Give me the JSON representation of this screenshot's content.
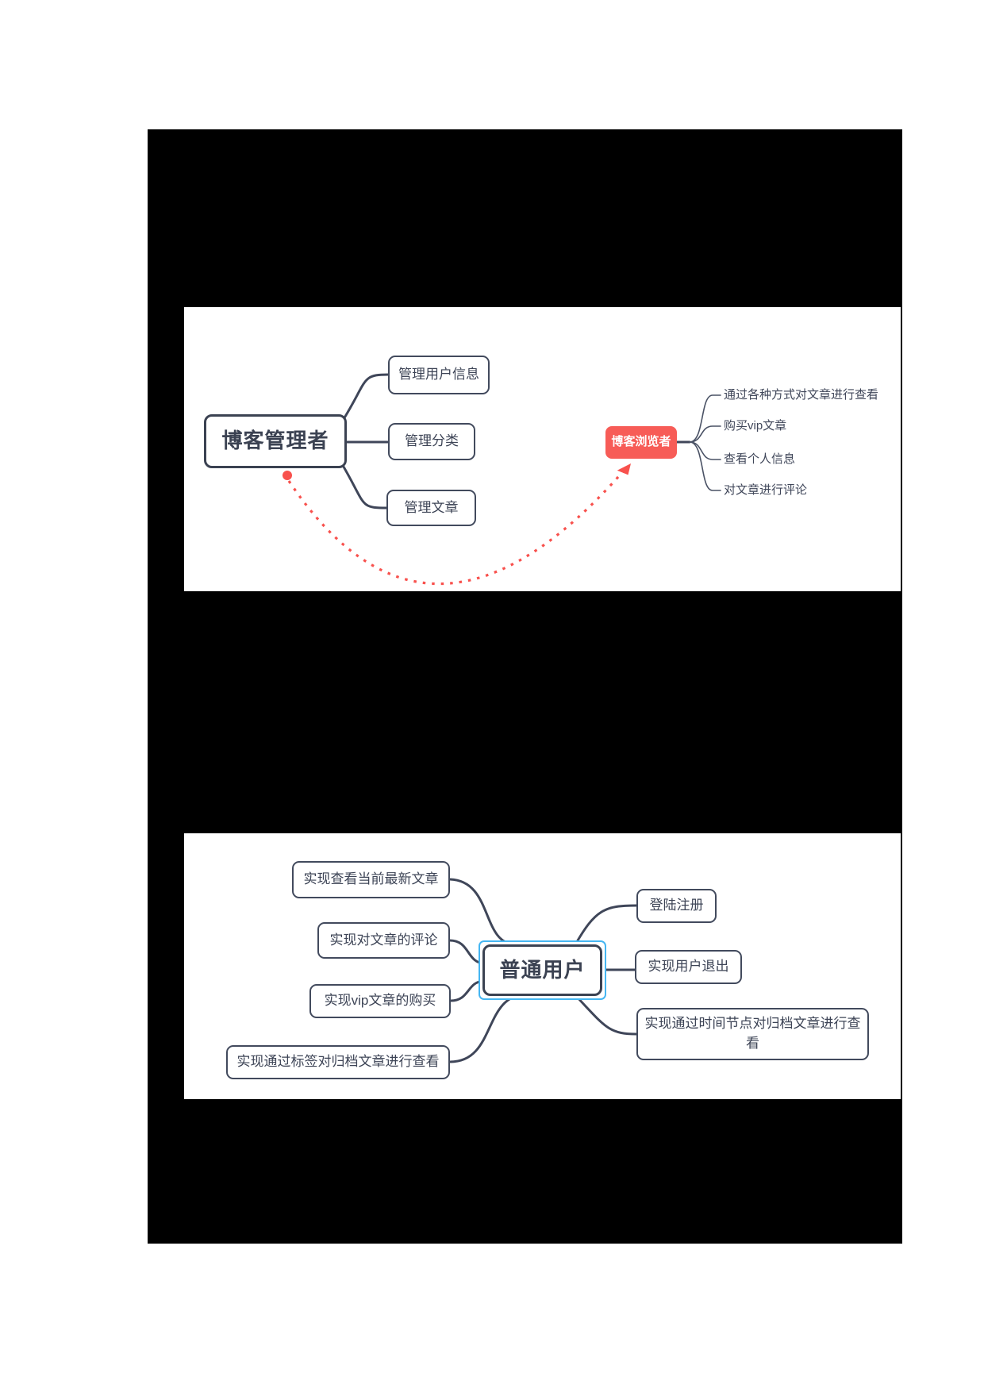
{
  "page": {
    "background": "#ffffff",
    "block_color": "#000000"
  },
  "colors": {
    "node_border": "#424a5d",
    "node_text": "#3d4456",
    "branch_line": "#3f4659",
    "highlight_red": "#f75c57",
    "selection_blue": "#45b6f2",
    "red_connector": "#f8514d"
  },
  "mindmap_admin": {
    "root": "博客管理者",
    "children": [
      "管理用户信息",
      "管理分类",
      "管理文章"
    ],
    "viewer_root": "博客浏览者",
    "viewer_children": [
      "通过各种方式对文章进行查看",
      "购买vip文章",
      "查看个人信息",
      "对文章进行评论"
    ]
  },
  "mindmap_user": {
    "root": "普通用户",
    "left_children": [
      "实现查看当前最新文章",
      "实现对文章的评论",
      "实现vip文章的购买",
      "实现通过标签对归档文章进行查看"
    ],
    "right_children": [
      "登陆注册",
      "实现用户退出",
      "实现通过时间节点对归档文章进行查看"
    ]
  }
}
